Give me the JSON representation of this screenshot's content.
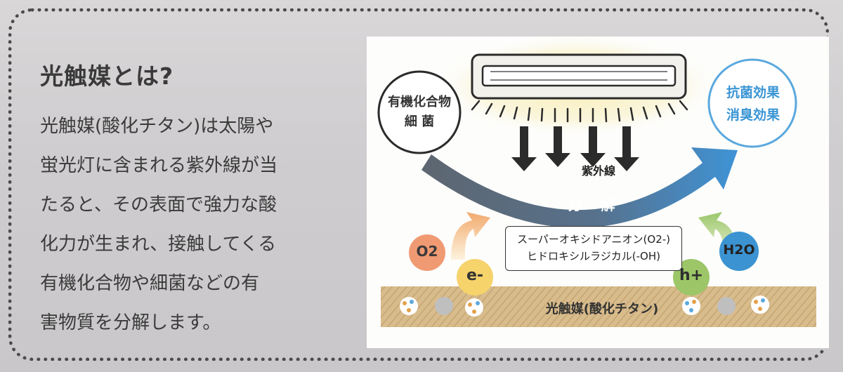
{
  "heading": "光触媒とは?",
  "body_lines": [
    "光触媒(酸化チタン)は太陽や",
    "蛍光灯に含まれる紫外線が当",
    "たると、その表面で強力な酸",
    "化力が生まれ、接触してくる",
    "有機化合物や細菌などの有",
    "害物質を分解します。"
  ],
  "diagram": {
    "organic": {
      "line1": "有機化合物",
      "line2": "細 菌"
    },
    "effects": {
      "line1": "抗菌効果",
      "line2": "消臭効果"
    },
    "uv_label": "紫外線",
    "decompose_label": "分 解",
    "radicals": {
      "line1": "スーパーオキシドアニオン(O2-)",
      "line2": "ヒドロキシルラジカル(-OH)"
    },
    "o2": "O2",
    "electron": "e-",
    "hole": "h+",
    "h2o": "H2O",
    "base_label": "光触媒(酸化チタン)",
    "colors": {
      "arc_start": "#5d6670",
      "arc_end": "#3f93d6",
      "o2": "#f09a73",
      "electron": "#f6d36b",
      "hole": "#9cc667",
      "h2o": "#3b93d2",
      "effects": "#3a95d4",
      "base": "#d8bc8c"
    }
  }
}
